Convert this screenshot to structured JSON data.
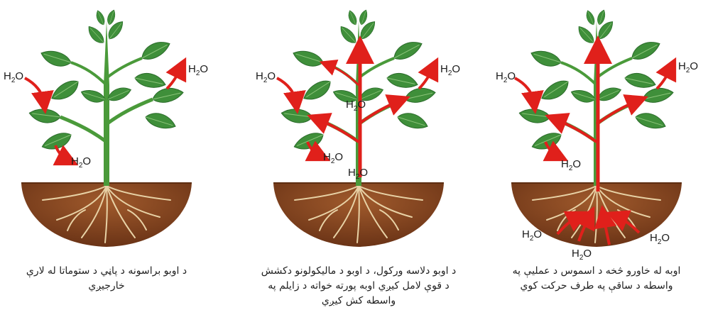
{
  "colors": {
    "leaf": "#3f8f3a",
    "leaf_dark": "#2a6b2a",
    "stem": "#4a9a3a",
    "soil": "#8a4a22",
    "soil_dark": "#5e2e12",
    "root": "#e8d2a6",
    "arrow": "#e0201b"
  },
  "panels": [
    {
      "label_main": "H",
      "label_sub": "2",
      "label_tail": "O",
      "caption": "د اوبو براسونه د پاڼي د ستوماتا له لارې خارجيږي"
    },
    {
      "label_main": "H",
      "label_sub": "2",
      "label_tail": "O",
      "caption": "د اوبو دلاسه ورکول، د اوبو د ماليکولونو دکشش د قوې لامل کيږي اوبه پورته خواته د زايلم په واسطه کش کيږي"
    },
    {
      "label_main": "H",
      "label_sub": "2",
      "label_tail": "O",
      "caption": "اوبه له خاورو څخه د اسموس د عمليې په واسطه د ساقې په طرف حرکت کوي"
    }
  ]
}
